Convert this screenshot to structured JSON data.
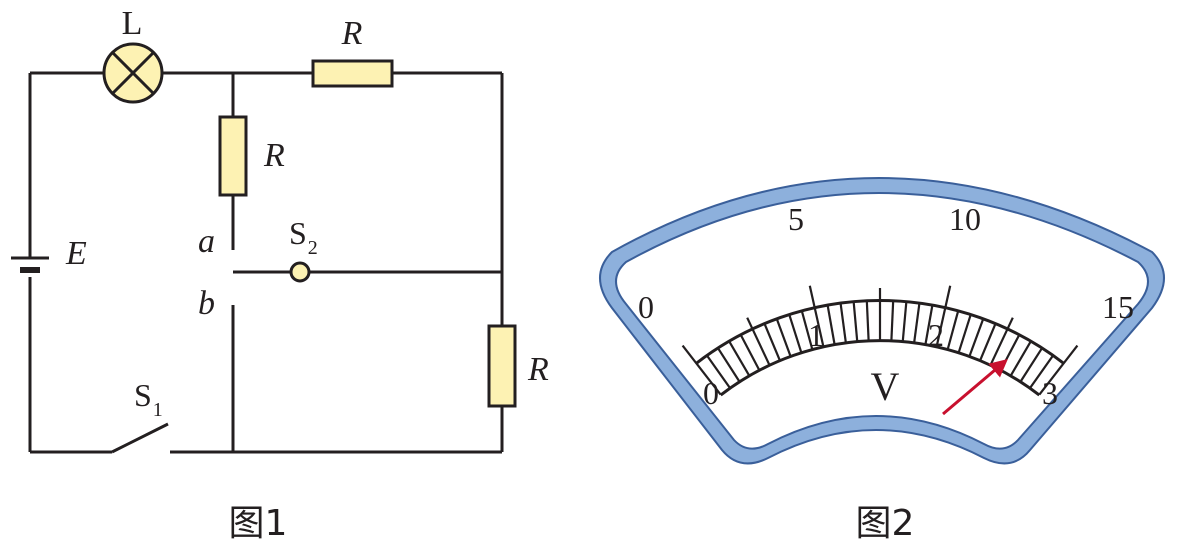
{
  "figure1": {
    "caption": "图1",
    "lamp_label": "L",
    "resistor_top_label": "R",
    "resistor_middle_label": "R",
    "resistor_right_label": "R",
    "battery_label": "E",
    "terminal_a": "a",
    "terminal_b": "b",
    "switch2_label": "S",
    "switch2_sub": "2",
    "switch1_label": "S",
    "switch1_sub": "1"
  },
  "figure2": {
    "caption": "图2",
    "meter_symbol": "V",
    "upper_scale": [
      "0",
      "5",
      "10",
      "15"
    ],
    "lower_scale": [
      "0",
      "1",
      "2",
      "3"
    ],
    "pointer_reading_small_scale": 2.6,
    "pointer_reading_large_scale": 13,
    "colors": {
      "case": "#8db0dc",
      "case_edge": "#3a5f9a",
      "pointer": "#c8102e",
      "component_fill": "#fdf2b3"
    }
  }
}
